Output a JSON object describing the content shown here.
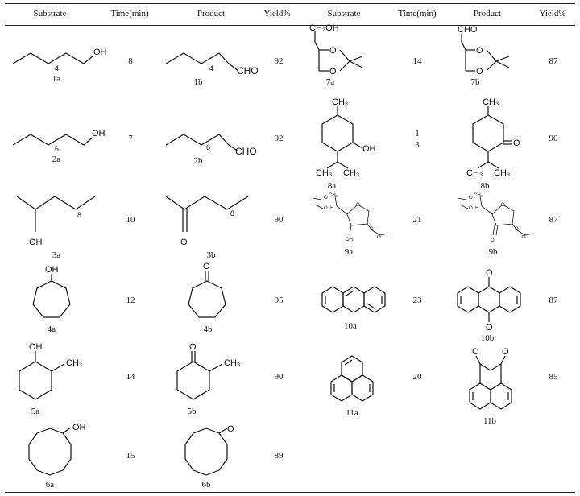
{
  "table": {
    "headers": {
      "substrate_left": "Substrate",
      "time_left": "Time(min)",
      "product_left": "Product",
      "yield_left": "Yield%",
      "substrate_right": "Substrate",
      "time_right": "Time(min)",
      "product_right": "Product",
      "yield_right": "Yield%"
    },
    "left_rows": [
      {
        "substrate": "1a",
        "time": "8",
        "product": "1b",
        "yield": "92"
      },
      {
        "substrate": "2a",
        "time": "7",
        "product": "2b",
        "yield": "92"
      },
      {
        "substrate": "3a",
        "time": "10",
        "product": "3b",
        "yield": "90"
      },
      {
        "substrate": "4a",
        "time": "12",
        "product": "4b",
        "yield": "95"
      },
      {
        "substrate": "5a",
        "time": "14",
        "product": "5b",
        "yield": "90"
      },
      {
        "substrate": "6a",
        "time": "15",
        "product": "6b",
        "yield": "89"
      }
    ],
    "right_rows": [
      {
        "substrate": "7a",
        "time": "14",
        "product": "7b",
        "yield": "87"
      },
      {
        "substrate": "8a",
        "time": "1\n3",
        "product": "8b",
        "yield": "90"
      },
      {
        "substrate": "9a",
        "time": "21",
        "product": "9b",
        "yield": "87"
      },
      {
        "substrate": "10a",
        "time": "23",
        "product": "10b",
        "yield": "87"
      },
      {
        "substrate": "11a",
        "time": "20",
        "product": "11b",
        "yield": "85"
      }
    ]
  },
  "atoms": {
    "oh": "OH",
    "cho": "CHO",
    "ch2oh": "CH₂OH",
    "ch3": "CH₃",
    "o": "O",
    "h": "H",
    "ch2": "CH₂",
    "n4": "4",
    "n6": "6",
    "n8": "8"
  }
}
